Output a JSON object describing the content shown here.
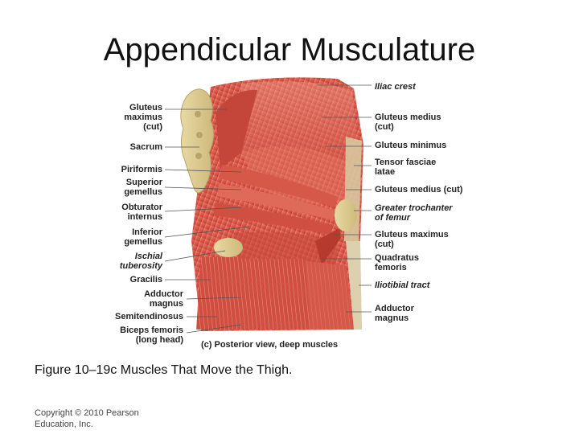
{
  "title": "Appendicular Musculature",
  "figure": {
    "panel_caption": "(c) Posterior view, deep muscles",
    "left_labels": [
      {
        "text": "Gluteus\nmaximus\n(cut)",
        "italic": false
      },
      {
        "text": "Sacrum",
        "italic": false
      },
      {
        "text": "Piriformis",
        "italic": false
      },
      {
        "text": "Superior\ngemellus",
        "italic": false
      },
      {
        "text": "Obturator\ninternus",
        "italic": false
      },
      {
        "text": "Inferior\ngemellus",
        "italic": false
      },
      {
        "text": "Ischial\ntuberosity",
        "italic": true
      },
      {
        "text": "Gracilis",
        "italic": false
      },
      {
        "text": "Adductor\nmagnus",
        "italic": false
      },
      {
        "text": "Semitendinosus",
        "italic": false
      },
      {
        "text": "Biceps femoris\n(long head)",
        "italic": false
      }
    ],
    "right_labels": [
      {
        "text": "Iliac crest",
        "italic": true
      },
      {
        "text": "Gluteus medius\n(cut)",
        "italic": false
      },
      {
        "text": "Gluteus minimus",
        "italic": false
      },
      {
        "text": "Tensor fasciae\nlatae",
        "italic": false
      },
      {
        "text": "Gluteus medius (cut)",
        "italic": false
      },
      {
        "text": "Greater trochanter\nof femur",
        "italic": true
      },
      {
        "text": "Gluteus maximus\n(cut)",
        "italic": false
      },
      {
        "text": "Quadratus\nfemoris",
        "italic": false
      },
      {
        "text": "Iliotibial tract",
        "italic": true
      },
      {
        "text": "Adductor\nmagnus",
        "italic": false
      }
    ]
  },
  "caption": "Figure 10–19c Muscles That Move the Thigh.",
  "copyright": "Copyright © 2010 Pearson\nEducation, Inc."
}
